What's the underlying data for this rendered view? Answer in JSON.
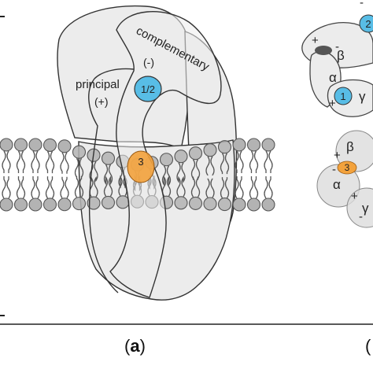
{
  "receptor": {
    "label_complementary": "complementary",
    "label_minus": "(-)",
    "label_principal": "principal",
    "label_plus": "(+)",
    "site_top": "1/2",
    "site_membrane": "3"
  },
  "subunits_top": {
    "beta": "β",
    "alpha": "α",
    "gamma": "γ",
    "site_1": "1",
    "site_2": "2",
    "plus": "+",
    "minus": "-"
  },
  "subunits_bottom": {
    "beta": "β",
    "alpha": "α",
    "gamma": "γ",
    "site_3": "3",
    "plus": "+",
    "minus": "-"
  },
  "captions": {
    "a_open": "(",
    "a_letter": "a",
    "a_close": ")",
    "b_open": "("
  },
  "colors": {
    "body": "#ececec",
    "stroke": "#333333",
    "lipid_head": "#b3b3b3",
    "site_blue": "#58bde6",
    "site_orange": "#f3a23c",
    "dark_marker": "#555555"
  }
}
